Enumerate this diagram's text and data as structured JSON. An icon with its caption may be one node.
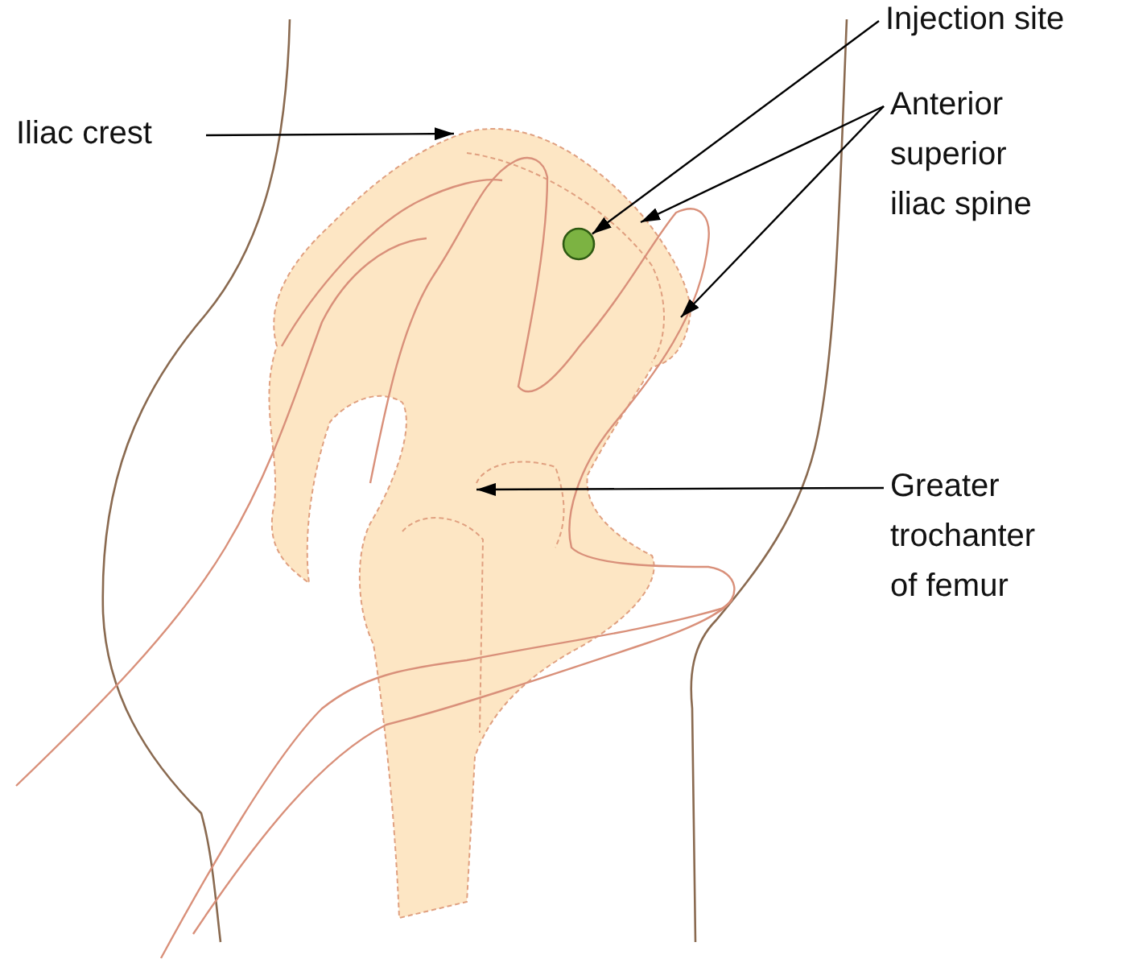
{
  "diagram": {
    "nodes": [
      {
        "text": [
          "Iliac crest"
        ]
      },
      {
        "text": [
          "Injection site"
        ]
      },
      {
        "text": [
          "Anterior superior iliac spine"
        ]
      },
      {
        "text": [
          "Greater trochanter of femur"
        ]
      },
      {
        "text": [],
        "shape": "circle"
      }
    ],
    "edges": [
      {
        "from": 0,
        "to": null,
        "arrow": "to"
      },
      {
        "from": 1,
        "to": 4,
        "arrow": "to"
      },
      {
        "from": 2,
        "to": null,
        "arrow": "to"
      },
      {
        "from": 2,
        "to": null,
        "arrow": "to"
      },
      {
        "from": 3,
        "to": null,
        "arrow": "to"
      }
    ]
  }
}
